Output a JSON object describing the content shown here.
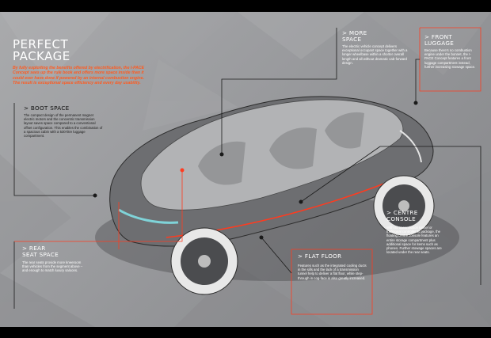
{
  "title": {
    "line1": "PERFECT",
    "line2": "PACKAGE"
  },
  "intro": "By fully exploiting the benefits offered by electrification, the I-PACE Concept sees up the rule book and offers more space inside than it could ever have done if powered by an internal combustion engine. The result is exceptional space efficiency and every day usability.",
  "callouts": {
    "boot_space": {
      "heading": "> BOOT SPACE",
      "body": "The compact design of the permanent magnet electric motors and the concentric transmission layout saves space compared to a conventional offset configuration. This enables the combination of a spacious cabin with a 530-litre luggage compartment."
    },
    "more_space": {
      "heading_line1": "> MORE",
      "heading_line2": "SPACE",
      "body": "The electric vehicle concept delivers exceptional occupant space together with a longer wheelbase within a shorter overall length and all without dramatic cab-forward design."
    },
    "front_luggage": {
      "heading_line1": "> FRONT",
      "heading_line2": "LUGGAGE",
      "body": "Because there's no combustion engine under the bonnet, the I-PACE Concept features a front luggage compartment instead, further increasing stowage space."
    },
    "centre_console": {
      "heading_line1": "> CENTRE",
      "heading_line2": "CONSOLE",
      "body": "With no transmission tunnel or traditional controller to package, the floating centre console features an entire storage compartment plus additional space for items such as phones. Further stowage spaces are located under the rear seats."
    },
    "flat_floor": {
      "heading": "> FLAT FLOOR",
      "body": "Features such as the integrated cooling ducts in the sills and the lack of a transmission tunnel help to deliver a flat floor, while step-through in cog-face is also greatly increased."
    },
    "rear_seat_space": {
      "heading_line1": "> REAR",
      "heading_line2": "SEAT SPACE",
      "body": "The rear seats provide more kneeroom than vehicles from the segment above – and enough to match luxury saloons."
    }
  },
  "colors": {
    "accent": "#ff3b1f",
    "line": "#1a1a1a",
    "background": "#9c9da0",
    "frame": "#000000"
  }
}
